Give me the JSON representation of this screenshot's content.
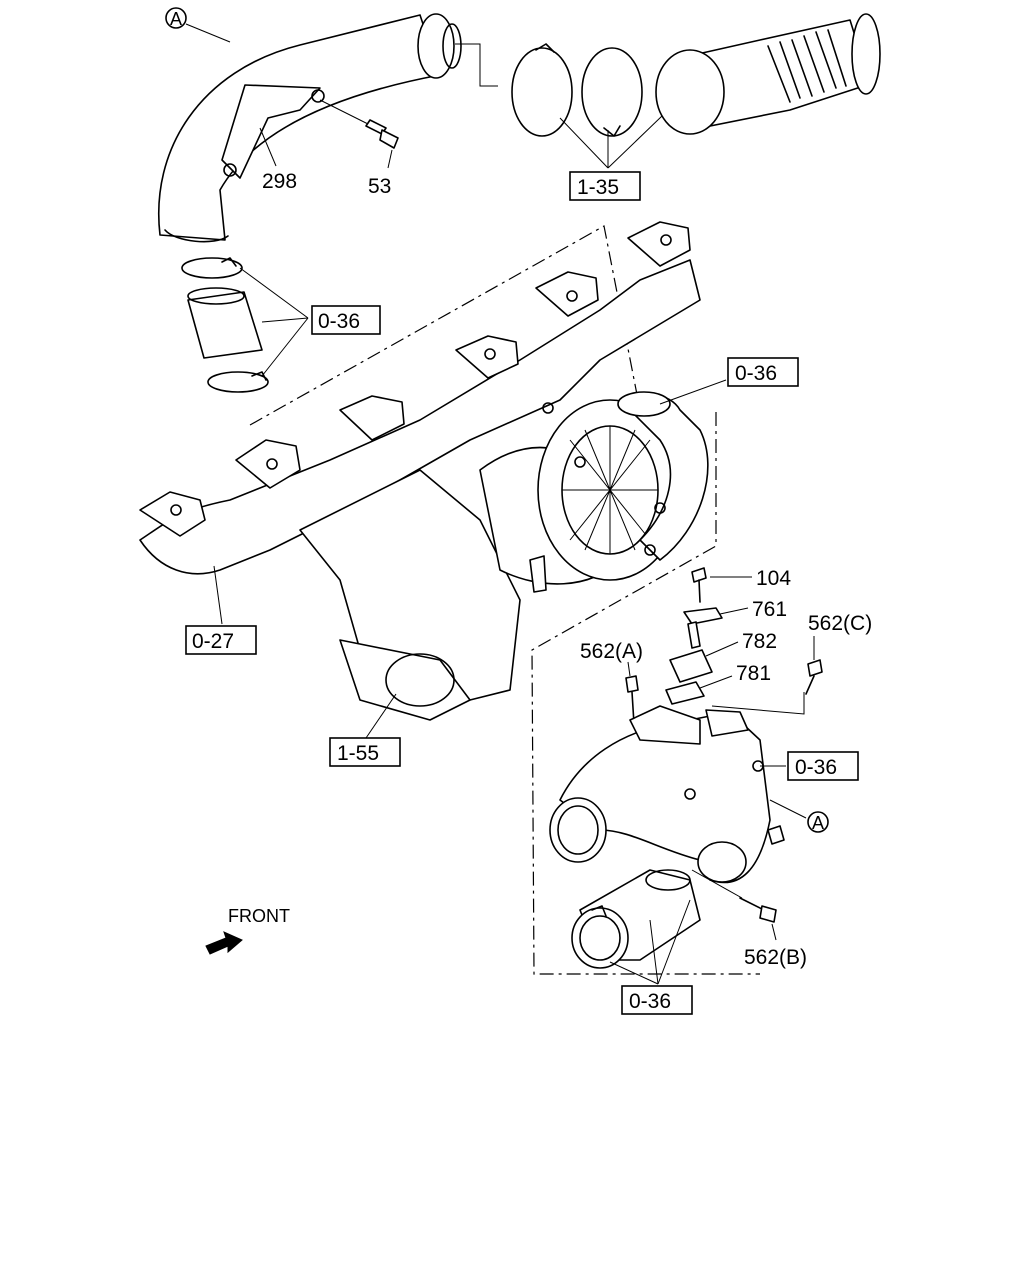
{
  "callouts": {
    "marker_a_top": "A",
    "marker_a_right": "A",
    "p298": "298",
    "p53": "53",
    "ref_1_35": "1-35",
    "ref_0_36_clamps": "0-36",
    "ref_0_36_turbo": "0-36",
    "ref_0_27": "0-27",
    "ref_1_55": "1-55",
    "p104": "104",
    "p761": "761",
    "p782": "782",
    "p781": "781",
    "p562a": "562(A)",
    "p562c": "562(C)",
    "ref_0_36_elbow": "0-36",
    "p562b": "562(B)",
    "ref_0_36_bottom": "0-36"
  },
  "front_label": "FRONT"
}
